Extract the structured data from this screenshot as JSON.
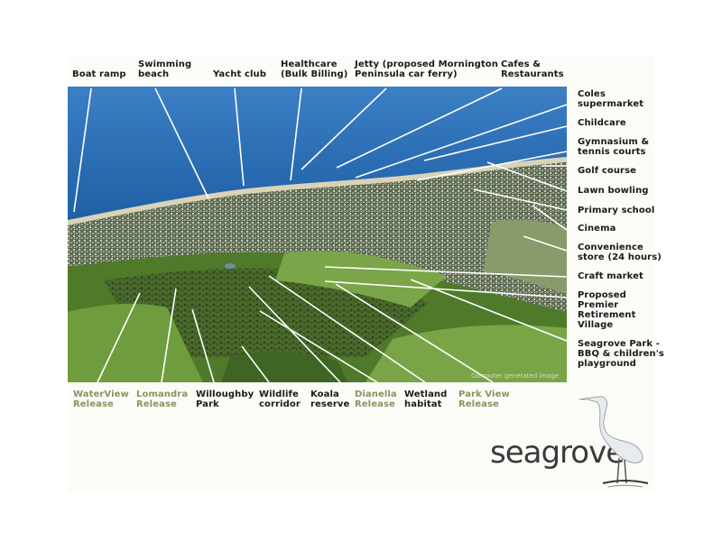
{
  "top_labels": [
    {
      "id": "boat-ramp",
      "text": "Boat ramp"
    },
    {
      "id": "swimming-beach",
      "text": "Swimming\nbeach"
    },
    {
      "id": "yacht-club",
      "text": "Yacht club"
    },
    {
      "id": "healthcare",
      "text": "Healthcare\n(Bulk Billing)"
    },
    {
      "id": "jetty",
      "text": "Jetty (proposed Mornington\nPeninsula car ferry)"
    },
    {
      "id": "cafes",
      "text": "Cafes &\nRestaurants"
    }
  ],
  "right_labels": [
    {
      "id": "coles",
      "text": "Coles\nsupermarket"
    },
    {
      "id": "childcare",
      "text": "Childcare"
    },
    {
      "id": "gymnasium",
      "text": "Gymnasium &\ntennis courts"
    },
    {
      "id": "golf-course",
      "text": "Golf course"
    },
    {
      "id": "lawn-bowling",
      "text": "Lawn bowling"
    },
    {
      "id": "primary-school",
      "text": "Primary school"
    },
    {
      "id": "cinema",
      "text": "Cinema"
    },
    {
      "id": "convenience-store",
      "text": "Convenience\nstore (24 hours)"
    },
    {
      "id": "craft-market",
      "text": "Craft market"
    },
    {
      "id": "retirement-village",
      "text": "Proposed\nPremier\nRetirement\nVillage"
    },
    {
      "id": "seagrove-park",
      "text": "Seagrove Park -\nBBQ & children's\nplayground"
    }
  ],
  "bottom_labels": [
    {
      "id": "waterview-release",
      "text": "WaterView\nRelease",
      "style": "release"
    },
    {
      "id": "lomandra-release",
      "text": "Lomandra\nRelease",
      "style": "release"
    },
    {
      "id": "willoughby-park",
      "text": "Willoughby\nPark",
      "style": "feature"
    },
    {
      "id": "wildlife-corridor",
      "text": "Wildlife\ncorridor",
      "style": "feature"
    },
    {
      "id": "koala-reserve",
      "text": "Koala\nreserve",
      "style": "feature"
    },
    {
      "id": "dianella-release",
      "text": "Dianella\nRelease",
      "style": "release"
    },
    {
      "id": "wetland-habitat",
      "text": "Wetland\nhabitat",
      "style": "feature"
    },
    {
      "id": "parkview-release",
      "text": "Park View\nRelease",
      "style": "release"
    }
  ],
  "image_caption": "Computer generated image",
  "logo": {
    "text": "seagrove"
  },
  "colors": {
    "sea": "#2e6eb4",
    "release_label": "#8a9460",
    "feature_label": "#1a1a1a",
    "pointer_line": "#ffffff"
  }
}
